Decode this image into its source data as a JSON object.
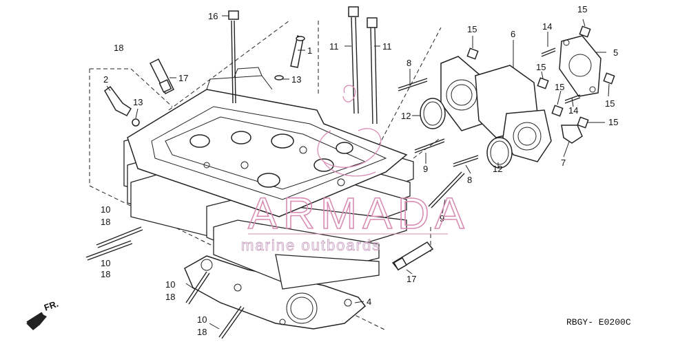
{
  "diagram": {
    "callouts": {
      "c1": "1",
      "c2": "2",
      "c4": "4",
      "c5": "5",
      "c6": "6",
      "c7": "7",
      "c8a": "8",
      "c8b": "8",
      "c9a": "9",
      "c9b": "9",
      "c10a": "10",
      "c10b": "10",
      "c10c": "10",
      "c10d": "10",
      "c11a": "11",
      "c11b": "11",
      "c12a": "12",
      "c12b": "12",
      "c13a": "13",
      "c13b": "13",
      "c14a": "14",
      "c14b": "14",
      "c15a": "15",
      "c15b": "15",
      "c15c": "15",
      "c15d": "15",
      "c15e": "15",
      "c15f": "15",
      "c16": "16",
      "c17a": "17",
      "c17b": "17",
      "c18a": "18",
      "c18b": "18",
      "c18c": "18",
      "c18d": "18",
      "c18e": "18"
    },
    "front_label": "FR.",
    "diagram_code": "RBGY- E0200C",
    "watermark": {
      "brand": "ARMADA",
      "tagline": "marine outboards"
    }
  }
}
